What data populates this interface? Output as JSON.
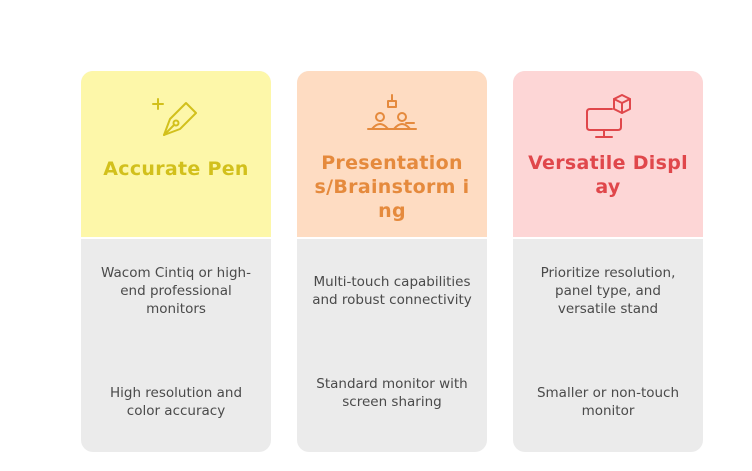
{
  "colors": {
    "accurate_pen": "#d2c01c",
    "presentation": "#e58a3d",
    "versatile": "#e0474b",
    "body_text": "#4a4a4a"
  },
  "cards": [
    {
      "icon": "pen-nib-sparkle-icon",
      "title": "Accurate Pen",
      "feature": "Wacom Cintiq or high-end professional monitors",
      "detail": "High resolution and color accuracy"
    },
    {
      "icon": "presentation-meeting-icon",
      "title": "Presentation s/Brainstorm ing",
      "feature": "Multi-touch capabilities and robust connectivity",
      "detail": "Standard monitor with screen sharing"
    },
    {
      "icon": "monitor-cube-icon",
      "title": "Versatile Display",
      "feature": "Prioritize resolution, panel type, and versatile stand",
      "detail": "Smaller or non-touch monitor"
    }
  ]
}
